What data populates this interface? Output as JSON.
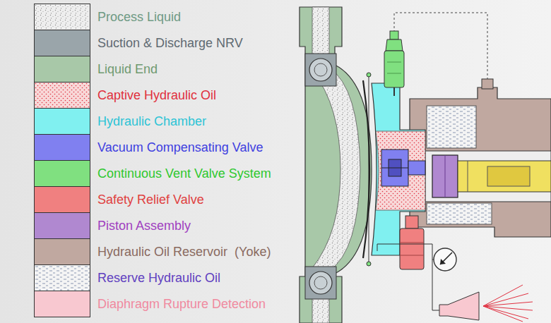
{
  "diagram": {
    "legend": [
      {
        "text": "Process Liquid",
        "color": "#eeeeee"
      },
      {
        "text": "Suction & Discharge NRV",
        "color": "#9aa5aa"
      },
      {
        "text": "Liquid End",
        "color": "#a8c8a8"
      },
      {
        "text": "Captive Hydraulic Oil",
        "color": "#f8d8d8"
      },
      {
        "text": "Hydraulic Chamber",
        "color": "#80f0f0"
      },
      {
        "text": "Vacuum Compensating Valve",
        "color": "#8080f0"
      },
      {
        "text": "Continuous Vent Valve System",
        "color": "#80e080"
      },
      {
        "text": "Safety Relief Valve",
        "color": "#f08080"
      },
      {
        "text": "Piston Assembly",
        "color": "#b088d0"
      },
      {
        "text": "Hydraulic Oil Reservoir  (Yoke)",
        "color": "#c0a8a0"
      },
      {
        "text": "Reserve Hydraulic Oil",
        "color": "#f4f4f4"
      },
      {
        "text": "Diaphragm Rupture Detection",
        "color": "#f8c8d0"
      }
    ]
  }
}
